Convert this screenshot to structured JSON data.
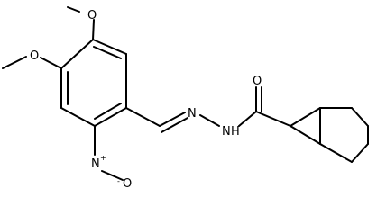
{
  "diagram": {
    "type": "chemical-structure",
    "atoms": {
      "o_methoxy_top": "O",
      "o_methoxy_left": "O",
      "n_nitro": "N",
      "n_nitro_charge": "+",
      "o_nitro": "O",
      "o_nitro_charge": "-",
      "n_imine": "N",
      "n_hydrazide": "N",
      "h_hydrazide": "H",
      "o_carbonyl": "O"
    },
    "colors": {
      "stroke": "#000000",
      "background": "#ffffff"
    }
  }
}
